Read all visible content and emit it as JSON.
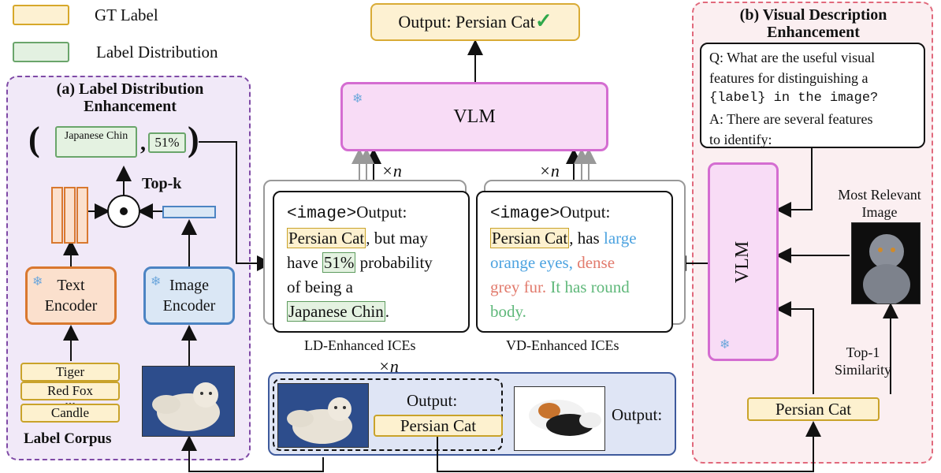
{
  "legend": {
    "gt_label": "GT Label",
    "label_distribution": "Label Distribution"
  },
  "panel_a": {
    "title_line1": "(a) Label Distribution",
    "title_line2": "Enhancement",
    "tuple_open": "(",
    "tuple_close": ")",
    "tuple_comma": ",",
    "tuple_label": "Japanese Chin",
    "tuple_prob": "51%",
    "topk": "Top-k",
    "dot_operator": "⊙",
    "text_encoder_line1": "Text",
    "text_encoder_line2": "Encoder",
    "image_encoder_line1": "Image",
    "image_encoder_line2": "Encoder",
    "corpus_items": [
      "Tiger",
      "Red Fox",
      "...",
      "Candle"
    ],
    "corpus_label": "Label Corpus"
  },
  "center": {
    "output_prefix": "Output: Persian Cat",
    "check": "✓",
    "vlm": "VLM",
    "times_n": "×n",
    "ld_caption": "LD-Enhanced ICEs",
    "vd_caption": "VD-Enhanced ICEs",
    "ld_ice": {
      "image_tag": "<image>",
      "output": "Output:",
      "label": "Persian Cat",
      "text1": ", but may",
      "text2": "have ",
      "prob": "51%",
      "text3": " probability",
      "text4": "of being a",
      "alt_label": "Japanese Chin",
      "period": "."
    },
    "vd_ice": {
      "image_tag": "<image>",
      "output": "Output:",
      "label": "Persian Cat",
      "text1": ", has ",
      "blue1": "large",
      "blue2": "orange eyes,",
      "red1": " dense",
      "red2": "grey fur.",
      "green1": " It has round",
      "green2": "body."
    },
    "query_output": "Output:",
    "query_label": "Persian Cat",
    "query_output2": "Output:"
  },
  "panel_b": {
    "title_line1": "(b) Visual Description",
    "title_line2": "Enhancement",
    "qa_lines": [
      "Q: What are the useful visual",
      "features for distinguishing a",
      "{label} in the image?",
      "A: There are several features",
      "to identify:"
    ],
    "vlm": "VLM",
    "most_relevant_line1": "Most Relevant",
    "most_relevant_line2": "Image",
    "top1_line1": "Top-1",
    "top1_line2": "Similarity",
    "persian_cat": "Persian Cat"
  },
  "icons": [
    "snowflake-icon",
    "checkmark-icon",
    "dot-product-icon",
    "cat-photo"
  ],
  "colors": {
    "gt_border": "#c9a32a",
    "ld_border": "#6aa56b",
    "vlm_border": "#d46dd1",
    "panel_a_border": "#7f4aa6",
    "panel_b_border": "#e1697c",
    "query_border": "#3e5a9c",
    "desc_blue": "#4da3e0",
    "desc_red": "#e27b6d",
    "desc_green": "#5fb87a"
  }
}
